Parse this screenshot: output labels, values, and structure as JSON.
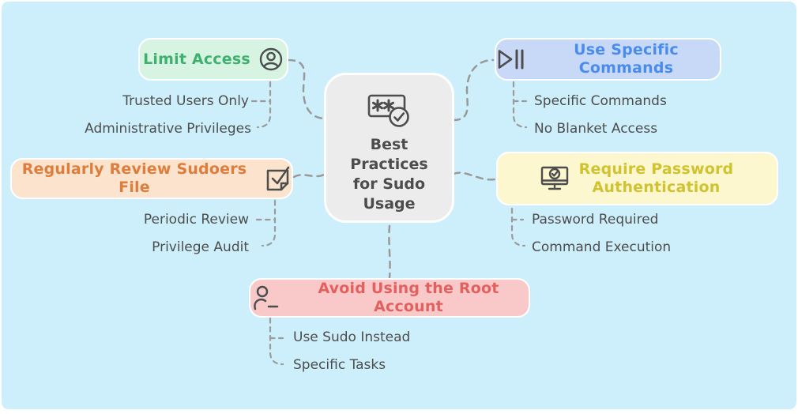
{
  "diagram": {
    "type": "mindmap",
    "background_color": "#cdeffc",
    "connector_color": "#999999",
    "icon_stroke_color": "#4d4d4d",
    "subitem_text_color": "#4d4d4d"
  },
  "center": {
    "label": "Best Practices for Sudo Usage",
    "icon": "password-check-icon",
    "bg": "#ececec",
    "text_color": "#4c4c4c"
  },
  "branches": [
    {
      "label": "Limit Access",
      "icon": "user-circle-icon",
      "bg": "#d7f4e2",
      "text_color": "#3fb16e",
      "children": [
        "Trusted Users Only",
        "Administrative Privileges"
      ]
    },
    {
      "label": "Use Specific Commands",
      "icon": "play-pause-icon",
      "bg": "#c8d9f7",
      "text_color": "#4a8cee",
      "children": [
        "Specific Commands",
        "No Blanket Access"
      ]
    },
    {
      "label": "Regularly Review Sudoers File",
      "icon": "note-check-icon",
      "bg": "#fbe3cd",
      "text_color": "#de7e3c",
      "children": [
        "Periodic Review",
        "Privilege Audit"
      ]
    },
    {
      "label": "Require Password Authentication",
      "icon": "monitor-check-icon",
      "bg": "#fdf7cf",
      "text_color": "#d1c230",
      "children": [
        "Password Required",
        "Command Execution"
      ]
    },
    {
      "label": "Avoid Using the Root Account",
      "icon": "user-minus-icon",
      "bg": "#f9c9c9",
      "text_color": "#e2615f",
      "children": [
        "Use Sudo Instead",
        "Specific Tasks"
      ]
    }
  ]
}
